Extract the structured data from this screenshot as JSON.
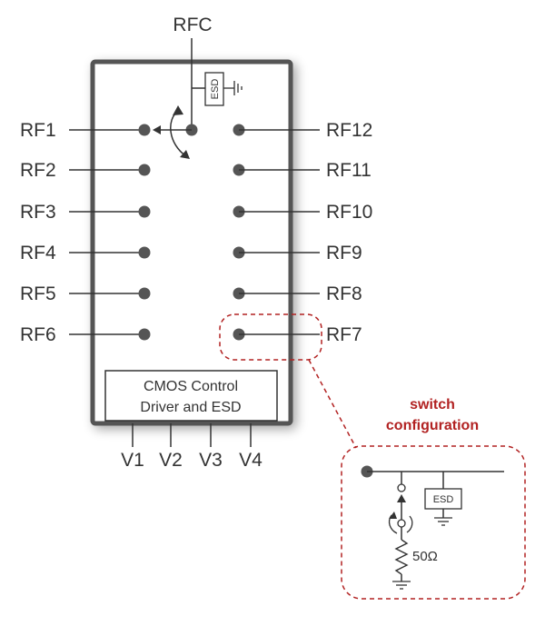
{
  "top_pin": "RFC",
  "left_pins": [
    "RF1",
    "RF2",
    "RF3",
    "RF4",
    "RF5",
    "RF6"
  ],
  "right_pins": [
    "RF12",
    "RF11",
    "RF10",
    "RF9",
    "RF8",
    "RF7"
  ],
  "control_block": {
    "line1": "CMOS Control",
    "line2": "Driver and ESD"
  },
  "control_pins": [
    "V1",
    "V2",
    "V3",
    "V4"
  ],
  "esd_label": "ESD",
  "callout": {
    "title_line1": "switch",
    "title_line2": "configuration",
    "esd_label": "ESD",
    "resistor_label": "50Ω"
  },
  "colors": {
    "chip": "#555555",
    "wire": "#333333",
    "callout": "#b22222"
  }
}
